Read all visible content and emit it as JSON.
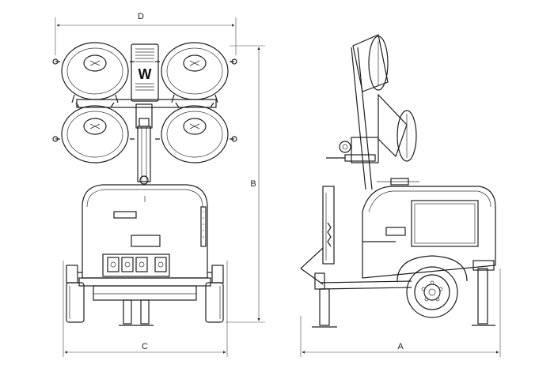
{
  "diagram": {
    "dimensions": {
      "front_width": "D",
      "front_height": "B",
      "front_base": "C",
      "side_length": "A"
    },
    "logo_mark": "W"
  }
}
